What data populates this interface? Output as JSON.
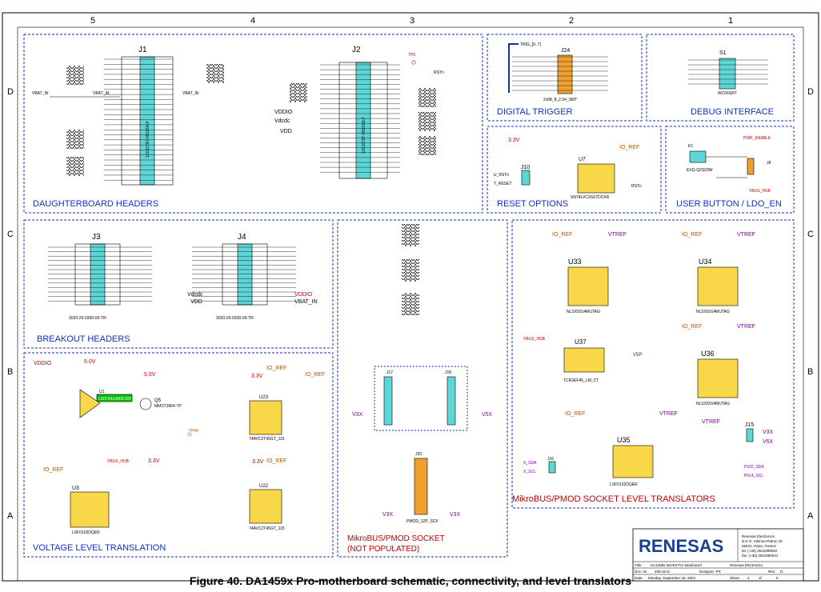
{
  "columns": [
    "5",
    "4",
    "3",
    "2",
    "1"
  ],
  "rows": [
    "D",
    "C",
    "B",
    "A"
  ],
  "blocks": {
    "daughterboard": "DAUGHTERBOARD HEADERS",
    "digital_trigger": "DIGITAL TRIGGER",
    "debug_interface": "DEBUG INTERFACE",
    "reset_options": "RESET OPTIONS",
    "user_button": "USER BUTTON / LDO_EN",
    "breakout": "BREAKOUT HEADERS",
    "voltage_level": "VOLTAGE LEVEL TRANSLATION",
    "mikrobus_socket": "MikroBUS/PMOD SOCKET",
    "mikrobus_socket_note": "(NOT POPULATED)",
    "mikrobus_translators": "MikroBUS/PMOD SOCKET LEVEL TRANSLATORS"
  },
  "components": {
    "j1": "J1",
    "j2": "J2",
    "j3": "J3",
    "j4": "J4",
    "j1_part": "10132797-051100LF",
    "j2_part": "10132797-051100LF",
    "j3_part": "3020-26-0300-00-TR",
    "j4_part": "3020-26-0300-00-TR",
    "j24": "J24",
    "j24_part": "2x08_ft_2.54_SMT",
    "trig_bus": "TRIG_[0..7]",
    "s1": "S1",
    "s1_part": "WC06SRT",
    "u7": "U7",
    "u7_part": "SN74LVC2G07DCKR",
    "j10": "J10",
    "k1": "K1",
    "k1_part": "EVQ-Q2S03W",
    "j8": "J8",
    "u33": "U33",
    "u34": "U34",
    "u36": "U36",
    "u37": "U37",
    "u35": "U35",
    "u33_part": "NLSX5014MUTAG",
    "u34_part": "NLSX5014MUTAG",
    "u36_part": "NLSX5014MUTAG",
    "u37_part": "TCR2EF45_LM_CT",
    "u35_part": "LSF0102DQER",
    "j17": "J17",
    "j18": "J18",
    "j20": "J20",
    "j20_part": "PMOD_12P_SCK",
    "j15": "J15",
    "j16": "J16",
    "u1": "U1",
    "u1_part": "LMV341AIDCKR",
    "q5": "Q5",
    "q5_part": "MMST3904-TP",
    "u3": "U3",
    "u3_part": "LSF0102DQER",
    "u23": "U23",
    "u22": "U22",
    "u2x_part": "74AVC2T45GT_115",
    "tp0": "TP0",
    "tp44": "TP44"
  },
  "nets": {
    "vbat_in": "VBAT_IN",
    "vddio": "VDDIO",
    "vdcdc": "Vdcdc",
    "vdd": "VDD",
    "v33": "3.3V",
    "v50": "5.0V",
    "io_ref": "IO_REF",
    "vtref": "VTREF",
    "vbus_hub": "VBUS_HUB",
    "v3x": "V3X",
    "v5x": "V5X",
    "v5p": "V5P",
    "rstn": "RSTn",
    "u_rstn": "U_RSTn",
    "t_reset": "T_RESET",
    "pwr_enable": "PWR_ENABLE",
    "x_sda": "X_SDA",
    "x_scl": "X_SCL",
    "p102_sda": "P102_SDA",
    "p014_scl": "P014_SCL"
  },
  "title_block": {
    "company": "RENESAS",
    "address": [
      "Renesas Electronics",
      "N.E.O. Athinon-Patron 15",
      "26441, Patra, Greece",
      "tel. (+30) 2610390040",
      "fax. (+30) 2610390041"
    ],
    "title_label": "Title :",
    "title": "DA1459x DevKit Pro Mainboard",
    "company_name": "Renesas Electronics",
    "doc_label": "Doc. Nr",
    "doc": "469-16-D",
    "designer_label": "Designer: PR",
    "rev_label": "Rev:",
    "rev": "D",
    "date_label": "Date:",
    "date": "Monday, September 18, 2023",
    "sheet_label": "Sheet",
    "sheet": "2",
    "of": "of",
    "total": "5"
  },
  "caption": "Figure 40. DA1459x Pro-motherboard schematic, connectivity, and level translators"
}
